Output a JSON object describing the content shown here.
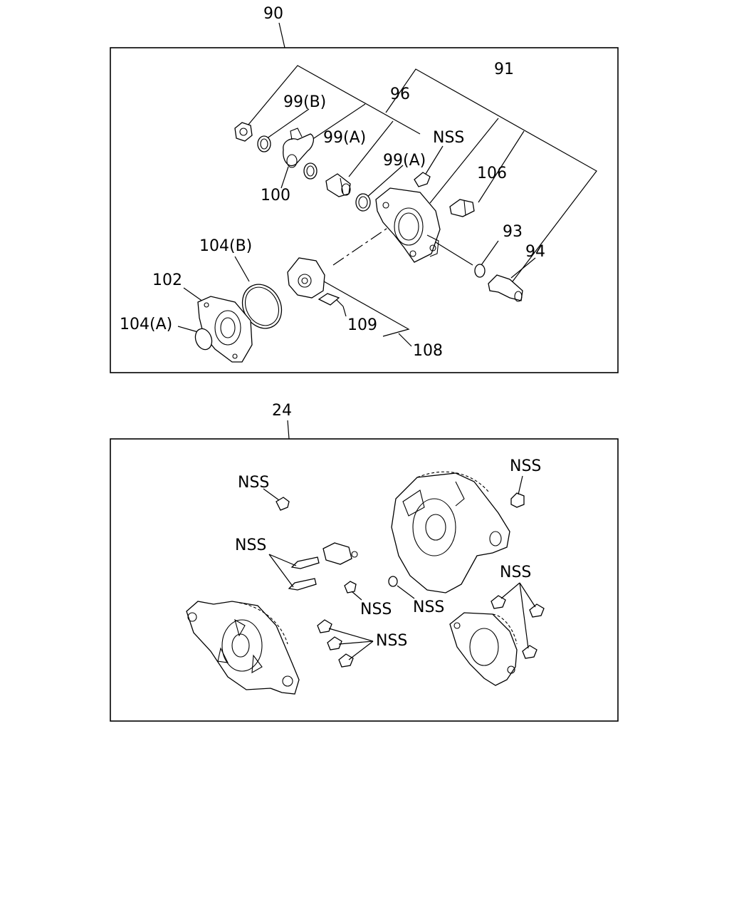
{
  "diagram": {
    "top_panel": {
      "callout": "90",
      "labels": {
        "l91": "91",
        "l96": "96",
        "l99b": "99(B)",
        "l99a_1": "99(A)",
        "l99a_2": "99(A)",
        "nss": "NSS",
        "l100": "100",
        "l106": "106",
        "l93": "93",
        "l94": "94",
        "l104b": "104(B)",
        "l102": "102",
        "l104a": "104(A)",
        "l109": "109",
        "l108": "108"
      }
    },
    "bottom_panel": {
      "callout": "24",
      "labels": {
        "nss1": "NSS",
        "nss2": "NSS",
        "nss3": "NSS",
        "nss4": "NSS",
        "nss5": "NSS",
        "nss6": "NSS",
        "nss7": "NSS"
      }
    }
  }
}
